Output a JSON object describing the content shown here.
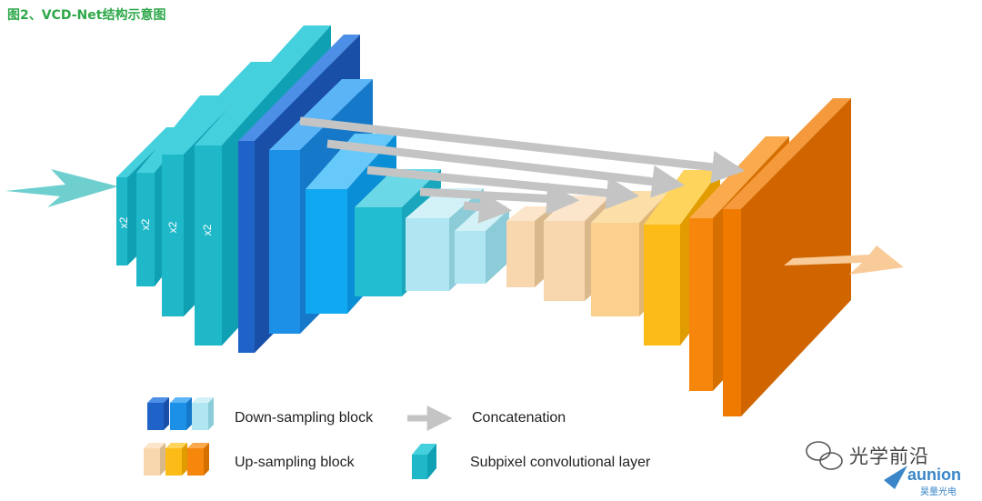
{
  "caption": "图2、VCD-Net结构示意图",
  "subpixel_factor_label": "x2",
  "legend": {
    "down_sampling": "Down-sampling block",
    "up_sampling": "Up-sampling block",
    "concatenation": "Concatenation",
    "subpixel": "Subpixel convolutional layer"
  },
  "watermark": {
    "channel": "光学前沿",
    "brand": "aunion",
    "brand_sub": "昊量光电"
  },
  "colors": {
    "subpixel": "#1fb8c8",
    "down_dark": "#1f63c9",
    "down_mid": "#1c8fe6",
    "down_light": "#9fe3f2",
    "up_light": "#f9d7ae",
    "up_mid": "#fdbb17",
    "up_dark": "#f7860d",
    "output": "#d06500",
    "input_arrow": "#6fcfcf",
    "output_arrow": "#f9cb98",
    "concat_arrow": "#c8c8c8"
  }
}
